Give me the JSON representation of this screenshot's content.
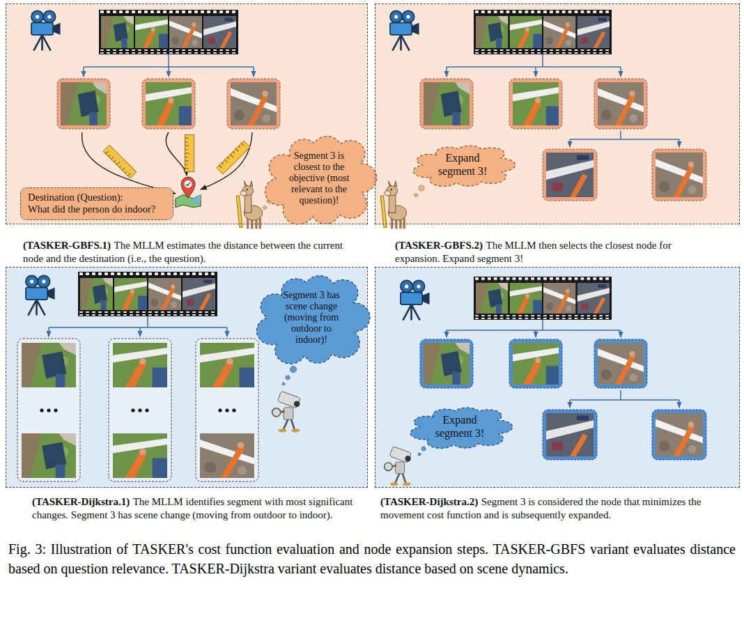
{
  "diagram": {
    "caption": "Fig. 3: Illustration of TASKER's cost function evaluation and node expansion steps. TASKER-GBFS variant evaluates distance based on question relevance. TASKER-Dijkstra variant evaluates distance based on scene dynamics.",
    "nodes": [
      {
        "text": [
          "(TASKER-GBFS.1)",
          "The MLLM estimates the distance between the current node and the destination (i.e., the question)."
        ]
      },
      {
        "text": [
          "Segment 3 is closest to the objective (most relevant to the question)!"
        ],
        "in": 0
      },
      {
        "text": [
          "Destination (Question):",
          "What did the person do indoor?"
        ],
        "in": 0
      },
      {
        "text": [
          "(TASKER-GBFS.2)",
          "The MLLM then selects the closest node for expansion. Expand segment 3!"
        ]
      },
      {
        "text": [
          "Expand segment 3!"
        ],
        "in": 3
      },
      {
        "text": [
          "(TASKER-Dijkstra.1)",
          "The MLLM identifies segment with most significant changes. Segment 3 has scene change (moving from outdoor to indoor)."
        ]
      },
      {
        "text": [
          "Segment 3 has scene change (moving from outdoor to indoor)!"
        ],
        "in": 5
      },
      {
        "text": [
          "(TASKER-Dijkstra.2)",
          "Segment 3 is considered the node that minimizes the movement cost function and is subsequently expanded."
        ]
      },
      {
        "text": [
          "Expand segment 3!"
        ],
        "in": 7
      }
    ]
  }
}
